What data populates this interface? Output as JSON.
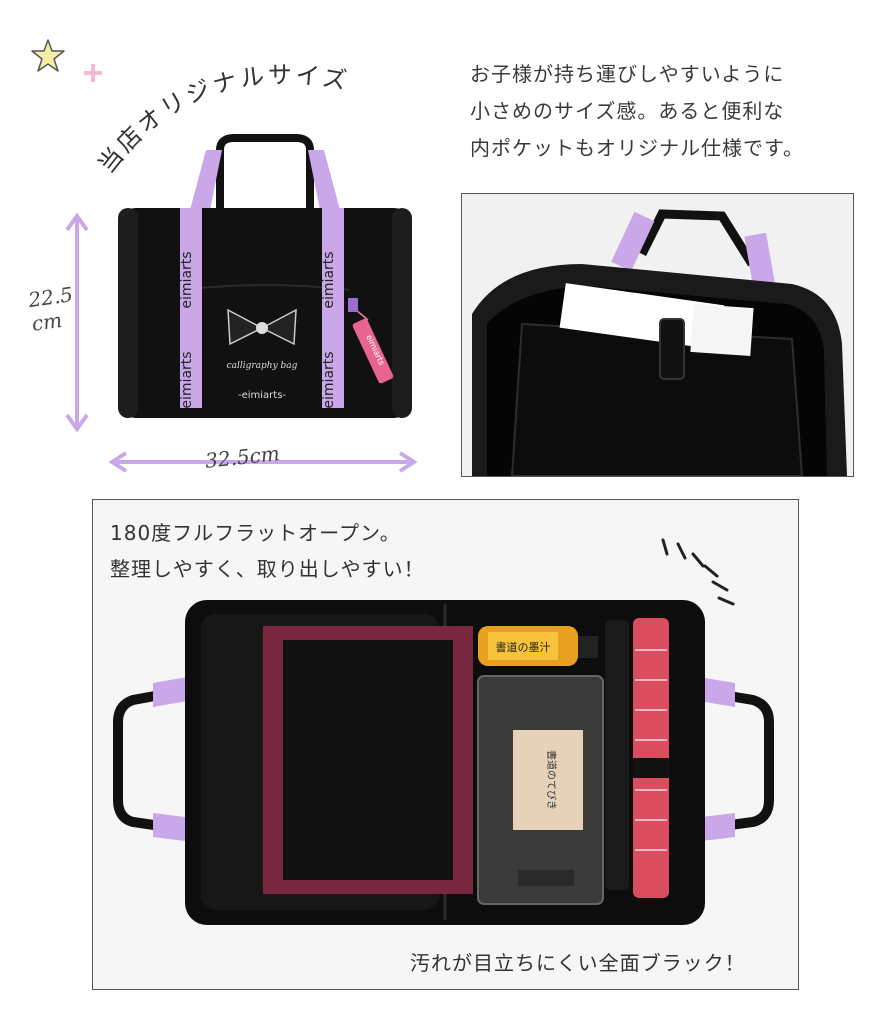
{
  "title_arc": "当店オリジナルサイズ",
  "intro": {
    "line1": "お子様が持ち運びしやすいように",
    "line2": "小さめのサイズ感。あると便利な",
    "line3": "内ポケットもオリジナル仕様です。"
  },
  "dimensions": {
    "height_value": "22.5",
    "height_unit": "cm",
    "width": "32.5cm"
  },
  "bag": {
    "brand": "eimiarts",
    "badge_brand": "-eimiarts-",
    "script_text": "calligraphy bag",
    "tag_text": "eimiarts"
  },
  "bottom": {
    "line1": "180度フルフラットオープン。",
    "line2": "整理しやすく、取り出しやすい！",
    "caption": "汚れが目立ちにくい全面ブラック！"
  },
  "product_labels": {
    "ink_bottle": "書道の墨汁",
    "booklet": "書道のてびき"
  },
  "colors": {
    "lavender": "#c9a7e8",
    "bag_black": "#111111",
    "felt_red": "#8a2a44",
    "star": "#f4f0a8",
    "plus": "#f2b8d6"
  }
}
